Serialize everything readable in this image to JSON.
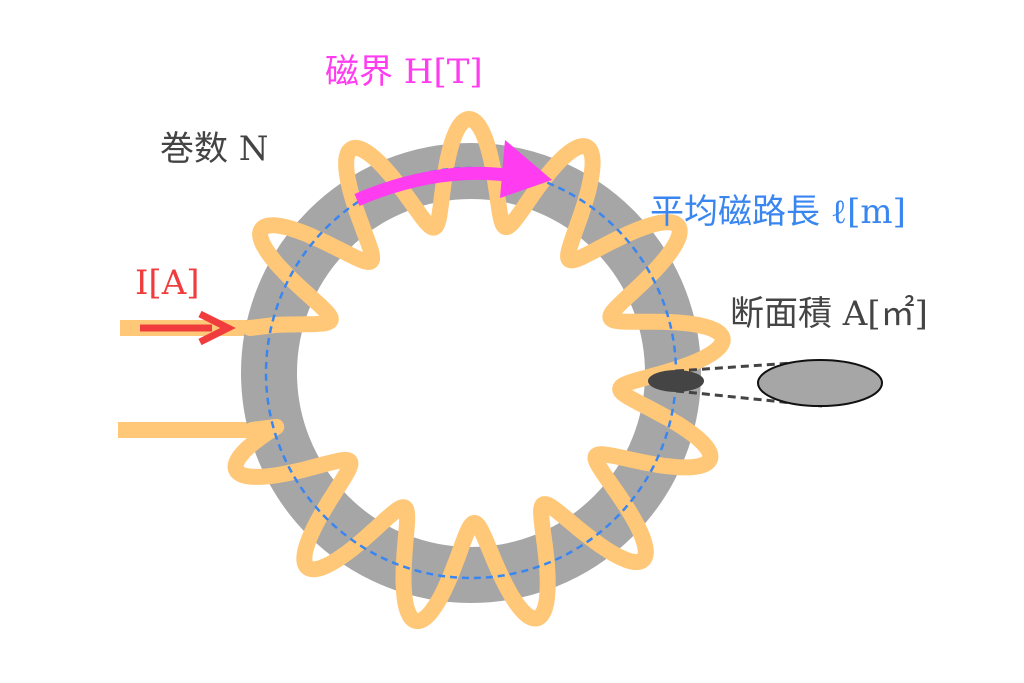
{
  "labels": {
    "magnetic_field": "磁界 H[T]",
    "turns": "巻数 N",
    "mean_path_length": "平均磁路長 ℓ[m]",
    "current": "I[A]",
    "cross_section": "断面積 A[㎡]"
  },
  "colors": {
    "core": "#a6a6a6",
    "coil": "#ffc878",
    "field": "#ff3cf0",
    "path": "#3a86f0",
    "current": "#f03c3c",
    "text": "#444444"
  }
}
